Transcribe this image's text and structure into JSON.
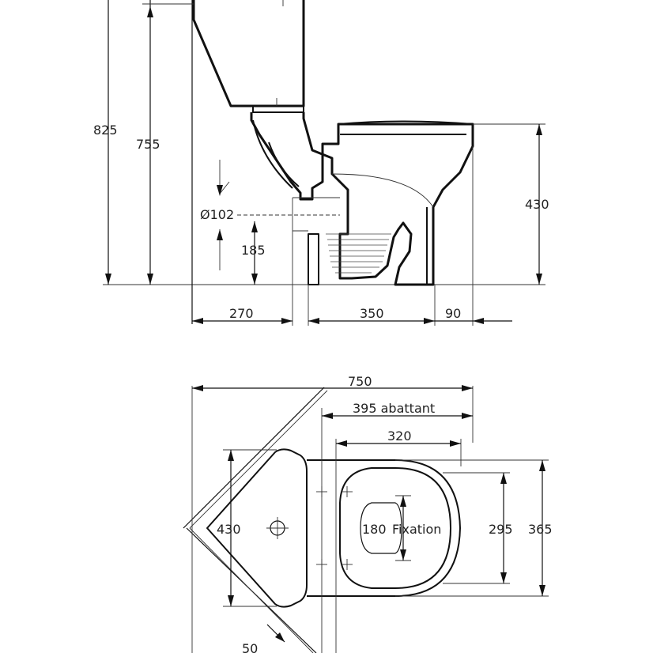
{
  "side_view": {
    "dims": {
      "total_height": "825",
      "tank_height": "755",
      "bowl_height": "430",
      "outlet_diameter": "Ø102",
      "outlet_height": "185",
      "rear_offset": "270",
      "base_length": "350",
      "front_offset": "90"
    }
  },
  "top_view": {
    "dims": {
      "overall_width": "750",
      "seat_length": "395 abattant",
      "seat_inner": "320",
      "tank_depth": "430",
      "fixation": "180",
      "fixation_label": "Fixation",
      "seat_width": "295",
      "bowl_width": "365",
      "wall_gap": "50"
    }
  }
}
